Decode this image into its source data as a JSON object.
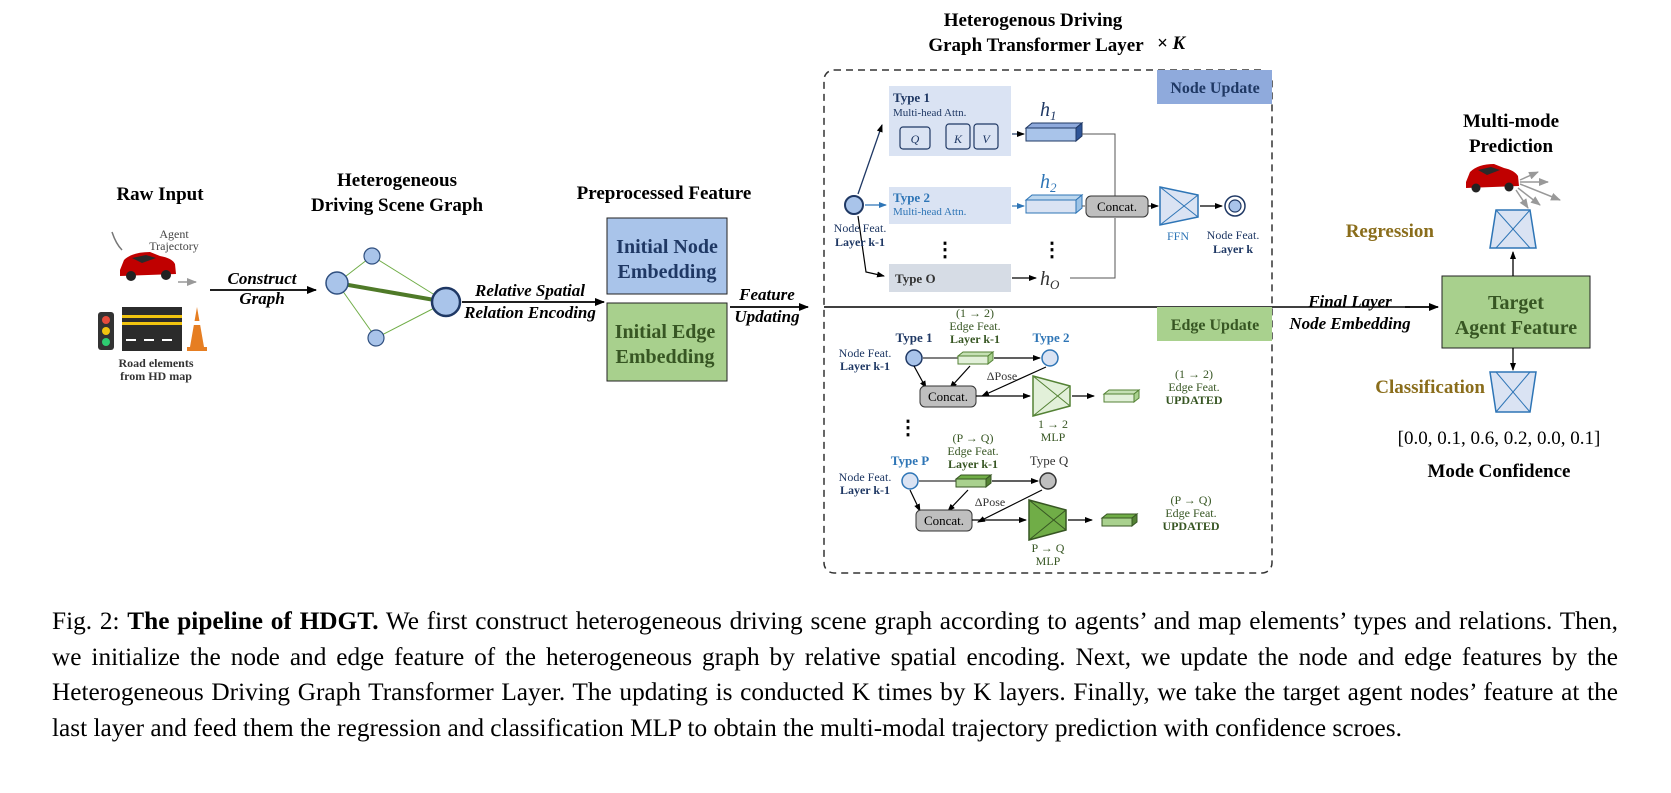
{
  "diagram": {
    "raw_input": {
      "title": "Raw Input",
      "agent_trajectory": [
        "Agent",
        "Trajectory"
      ],
      "road_elements": [
        "Road elements",
        "from HD map"
      ]
    },
    "construct_graph": [
      "Construct",
      "Graph"
    ],
    "scene_graph": {
      "title": [
        "Heterogeneous",
        "Driving Scene Graph"
      ]
    },
    "relative_spatial": [
      "Relative Spatial",
      "Relation Encoding"
    ],
    "preprocessed": {
      "title": "Preprocessed Feature",
      "node_embedding": [
        "Initial Node",
        "Embedding"
      ],
      "edge_embedding": [
        "Initial Edge",
        "Embedding"
      ]
    },
    "feature_updating": [
      "Feature",
      "Updating"
    ],
    "transformer_layer": {
      "title_line1": "Heterogenous Driving",
      "title_line2": "Graph Transformer Layer",
      "times_k": "× K"
    },
    "node_update": {
      "label": "Node Update",
      "type1": "Type 1",
      "type1_attn": "Multi-head Attn.",
      "q": "Q",
      "k": "K",
      "v": "V",
      "type2": "Type 2",
      "type2_attn": "Multi-head Attn.",
      "type_o": "Type O",
      "h1": "h",
      "h1_sub": "1",
      "h2": "h",
      "h2_sub": "2",
      "ho": "h",
      "ho_sub": "O",
      "concat": "Concat.",
      "ffn": "FFN",
      "node_feat_in": [
        "Node Feat.",
        "Layer k-1"
      ],
      "node_feat_out": [
        "Node Feat.",
        "Layer k"
      ],
      "dots": "⋮"
    },
    "edge_update": {
      "label": "Edge Update",
      "row1": {
        "type_from": "Type 1",
        "type_to": "Type 2",
        "edge_label": [
          "(1 → 2)",
          "Edge Feat.",
          "Layer k-1"
        ],
        "delta_pose": "ΔPose",
        "concat": "Concat.",
        "mlp": [
          "1 → 2",
          "MLP"
        ],
        "updated": [
          "(1 → 2)",
          "Edge Feat.",
          "UPDATED"
        ],
        "node_feat": [
          "Node Feat.",
          "Layer k-1"
        ]
      },
      "row2": {
        "type_from": "Type P",
        "type_to": "Type Q",
        "edge_label": [
          "(P → Q)",
          "Edge Feat.",
          "Layer k-1"
        ],
        "delta_pose": "ΔPose",
        "concat": "Concat.",
        "mlp": [
          "P → Q",
          "MLP"
        ],
        "updated": [
          "(P → Q)",
          "Edge Feat.",
          "UPDATED"
        ],
        "node_feat": [
          "Node Feat.",
          "Layer k-1"
        ]
      },
      "dots": "⋮"
    },
    "final_layer": [
      "Final Layer",
      "Node Embedding"
    ],
    "target": [
      "Target",
      "Agent Feature"
    ],
    "multimode": [
      "Multi-mode",
      "Prediction"
    ],
    "regression": "Regression",
    "classification": "Classification",
    "confidence_values": "[0.0, 0.1, 0.6, 0.2, 0.0, 0.1]",
    "mode_confidence": "Mode Confidence"
  },
  "caption": {
    "prefix": "Fig. 2: ",
    "title": "The pipeline of HDGT.",
    "body": " We first construct heterogeneous driving scene graph according to agents’ and map elements’ types and relations. Then, we initialize the node and edge feature of the heterogeneous graph by relative spatial encoding. Next, we update the node and edge features by the Heterogeneous Driving Graph Transformer Layer. The updating is conducted K times by K layers. Finally, we take the target agent nodes’ feature at the last layer and feed them the regression and classification MLP to obtain the multi-modal trajectory prediction with confidence scroes."
  },
  "colors": {
    "node_blue": "#a9c4ea",
    "edge_green": "#a8d08d",
    "dark_navy": "#1f3864",
    "type_blue": "#2e75b6",
    "olive": "#8a6d1b",
    "gray_box": "#bfbfbf",
    "attn_bg": "#dae3f3",
    "type_o_bg": "#d6dce5",
    "car_red": "#c00000"
  }
}
